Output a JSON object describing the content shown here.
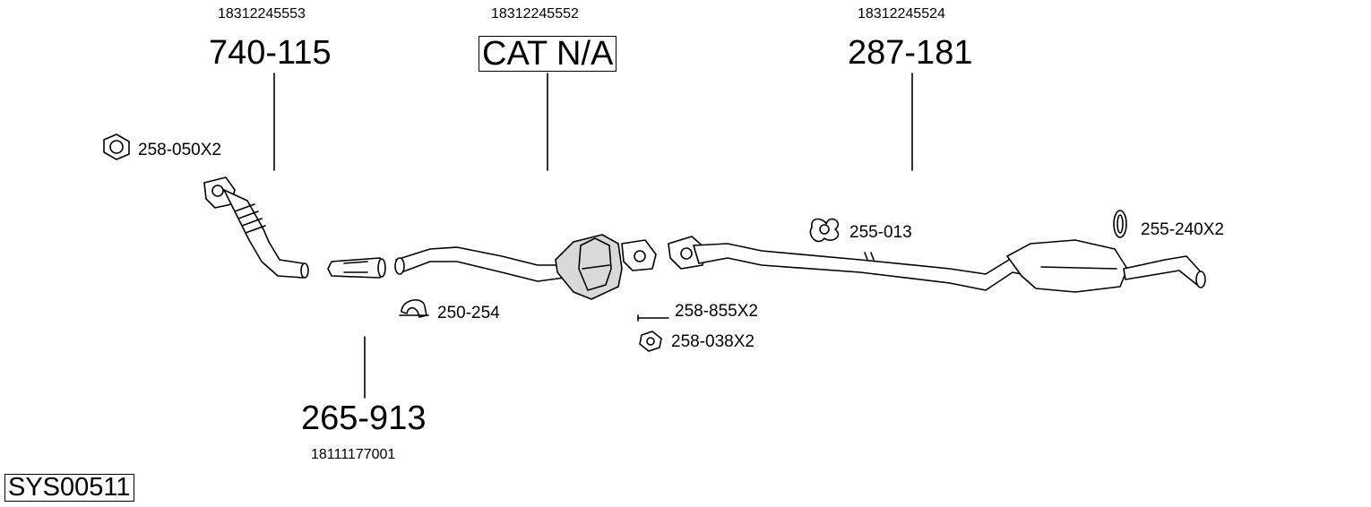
{
  "system_code": "SYS00511",
  "parts": {
    "front_pipe": {
      "oe_number": "18312245553",
      "part_number": "740-115"
    },
    "catalyst": {
      "oe_number": "18312245552",
      "part_number": "CAT N/A"
    },
    "rear_section": {
      "oe_number": "18312245524",
      "part_number": "287-181"
    },
    "connector": {
      "oe_number": "18111177001",
      "part_number": "265-913"
    }
  },
  "accessories": {
    "nut_front": "258-050X2",
    "clamp": "250-254",
    "bolt": "258-855X2",
    "nut_mid": "258-038X2",
    "mount_rubber": "255-013",
    "ring_rubber": "255-240X2"
  }
}
